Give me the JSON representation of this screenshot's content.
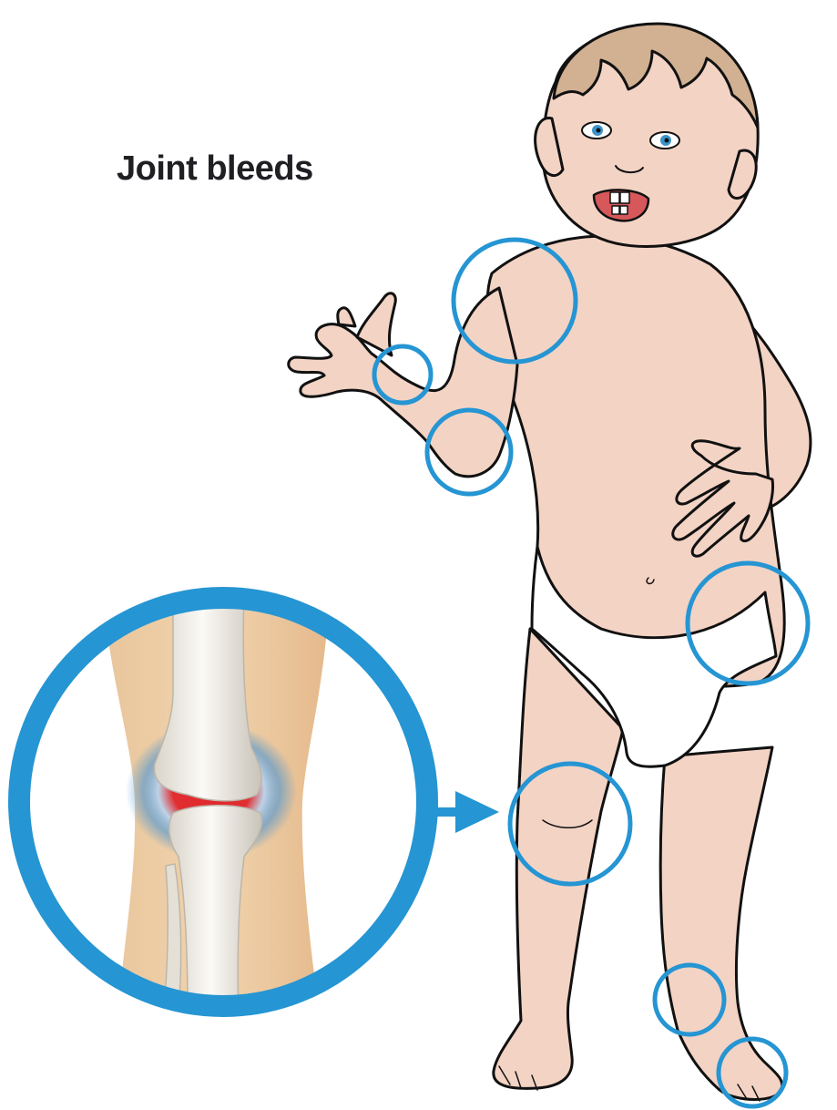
{
  "title": "Joint bleeds",
  "colors": {
    "highlight": "#2595d3",
    "skin": "#f3d3c4",
    "outline": "#111111",
    "hair": "#d2b192",
    "bleed": "#e0262b",
    "bone": "#f2efe8"
  },
  "icons": {
    "figure": "toddler-illustration",
    "inset": "knee-joint-bleed-inset",
    "pointer": "arrow-right-icon"
  },
  "highlighted_joints": [
    "shoulder",
    "wrist",
    "elbow",
    "hip",
    "knee",
    "ankle",
    "foot"
  ]
}
